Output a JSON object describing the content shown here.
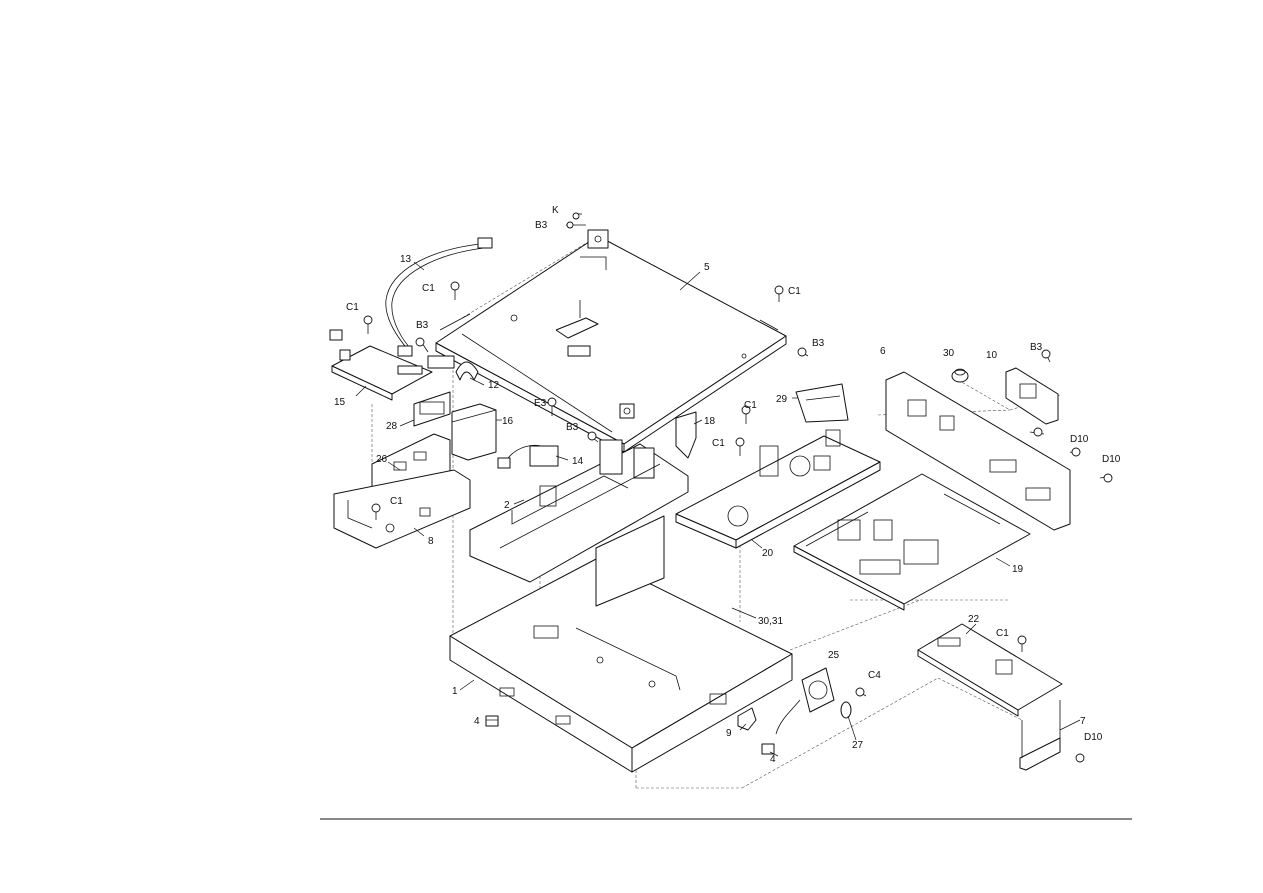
{
  "callouts": {
    "k": "K",
    "b3_top": "B3",
    "c13": "13",
    "c1_a": "C1",
    "c5": "5",
    "c1_b": "C1",
    "c1_c": "C1",
    "b3_b": "B3",
    "b3_c": "B3",
    "c15": "15",
    "c12": "12",
    "c28": "28",
    "c16": "16",
    "e3": "E3",
    "b3_d": "B3",
    "c14": "14",
    "c18": "18",
    "c29": "29",
    "c1_d": "C1",
    "c1_e": "C1",
    "c6": "6",
    "c30": "30",
    "c10": "10",
    "b3_e": "B3",
    "d10_a": "D10",
    "d10_b": "D10",
    "c26": "26",
    "c1_f": "C1",
    "c8": "8",
    "c2": "2",
    "c20": "20",
    "c19": "19",
    "c30_31": "30,31",
    "c22": "22",
    "c1_g": "C1",
    "c25": "25",
    "c4_screw": "C4",
    "c1_part": "1",
    "c4_a": "4",
    "c9": "9",
    "c4_b": "4",
    "c27": "27",
    "c7": "7",
    "d10_c": "D10"
  }
}
